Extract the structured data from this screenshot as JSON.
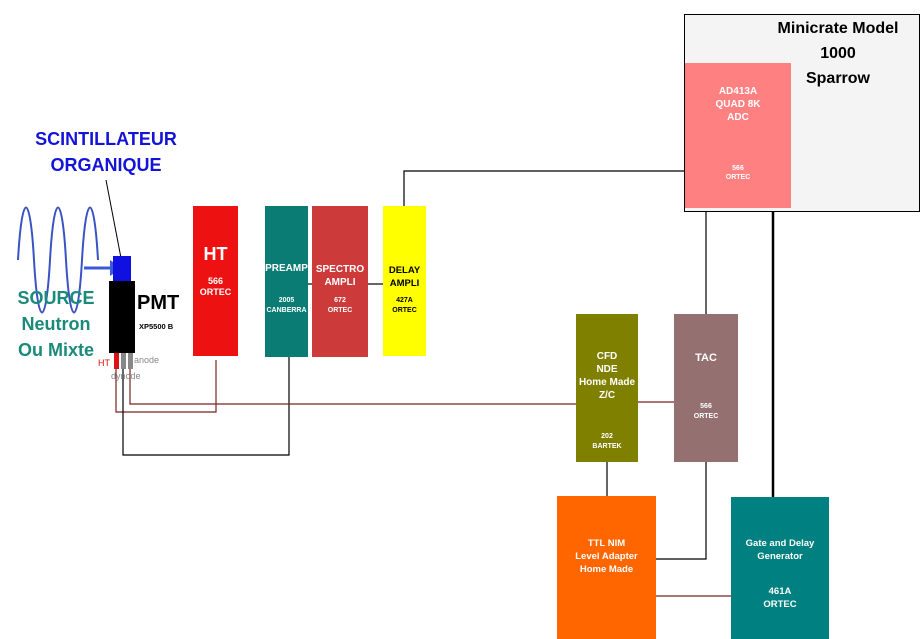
{
  "scintillator": {
    "label": "SCINTILLATEUR\nORGANIQUE"
  },
  "source": {
    "label": "SOURCE\nNeutron\nOu Mixte"
  },
  "pmt": {
    "label": "PMT",
    "model": "XP5500 B",
    "pin_ht": "HT",
    "pin_anode": "anode",
    "pin_dynode": "dynode"
  },
  "ht_module": {
    "name": "HT",
    "model": "566\nORTEC"
  },
  "preamp": {
    "name": "PREAMP",
    "model": "2005\nCANBERRA"
  },
  "spectro": {
    "name": "SPECTRO\nAMPLI",
    "model": "672\nORTEC"
  },
  "delay": {
    "name": "DELAY\nAMPLI",
    "model": "427A\nORTEC"
  },
  "minicrate": {
    "label": "Minicrate Model\n1000\nSparrow"
  },
  "adc": {
    "name": "AD413A\nQUAD 8K\nADC",
    "model": "566\nORTEC"
  },
  "cfd": {
    "name": "CFD\nNDE\nHome Made\nZ/C",
    "model": "202\nBARTEK"
  },
  "tac": {
    "name": "TAC",
    "model": "566\nORTEC"
  },
  "ttl": {
    "name": "TTL NIM\nLevel Adapter\nHome Made"
  },
  "gate": {
    "name": "Gate and Delay\nGenerator",
    "model": "461A\nORTEC"
  },
  "colors": {
    "ht": "#ee1111",
    "preamp": "#0a7c74",
    "spectro": "#cc3a3a",
    "delay": "#ffff00",
    "adc": "#ff8080",
    "cfd": "#808000",
    "tac": "#947070",
    "ttl": "#ff6600",
    "gate": "#008080",
    "scint": "#0a0ad8",
    "source": "#1a8a7a",
    "wire_dark": "#000000",
    "wire_maroon": "#7a2222"
  }
}
